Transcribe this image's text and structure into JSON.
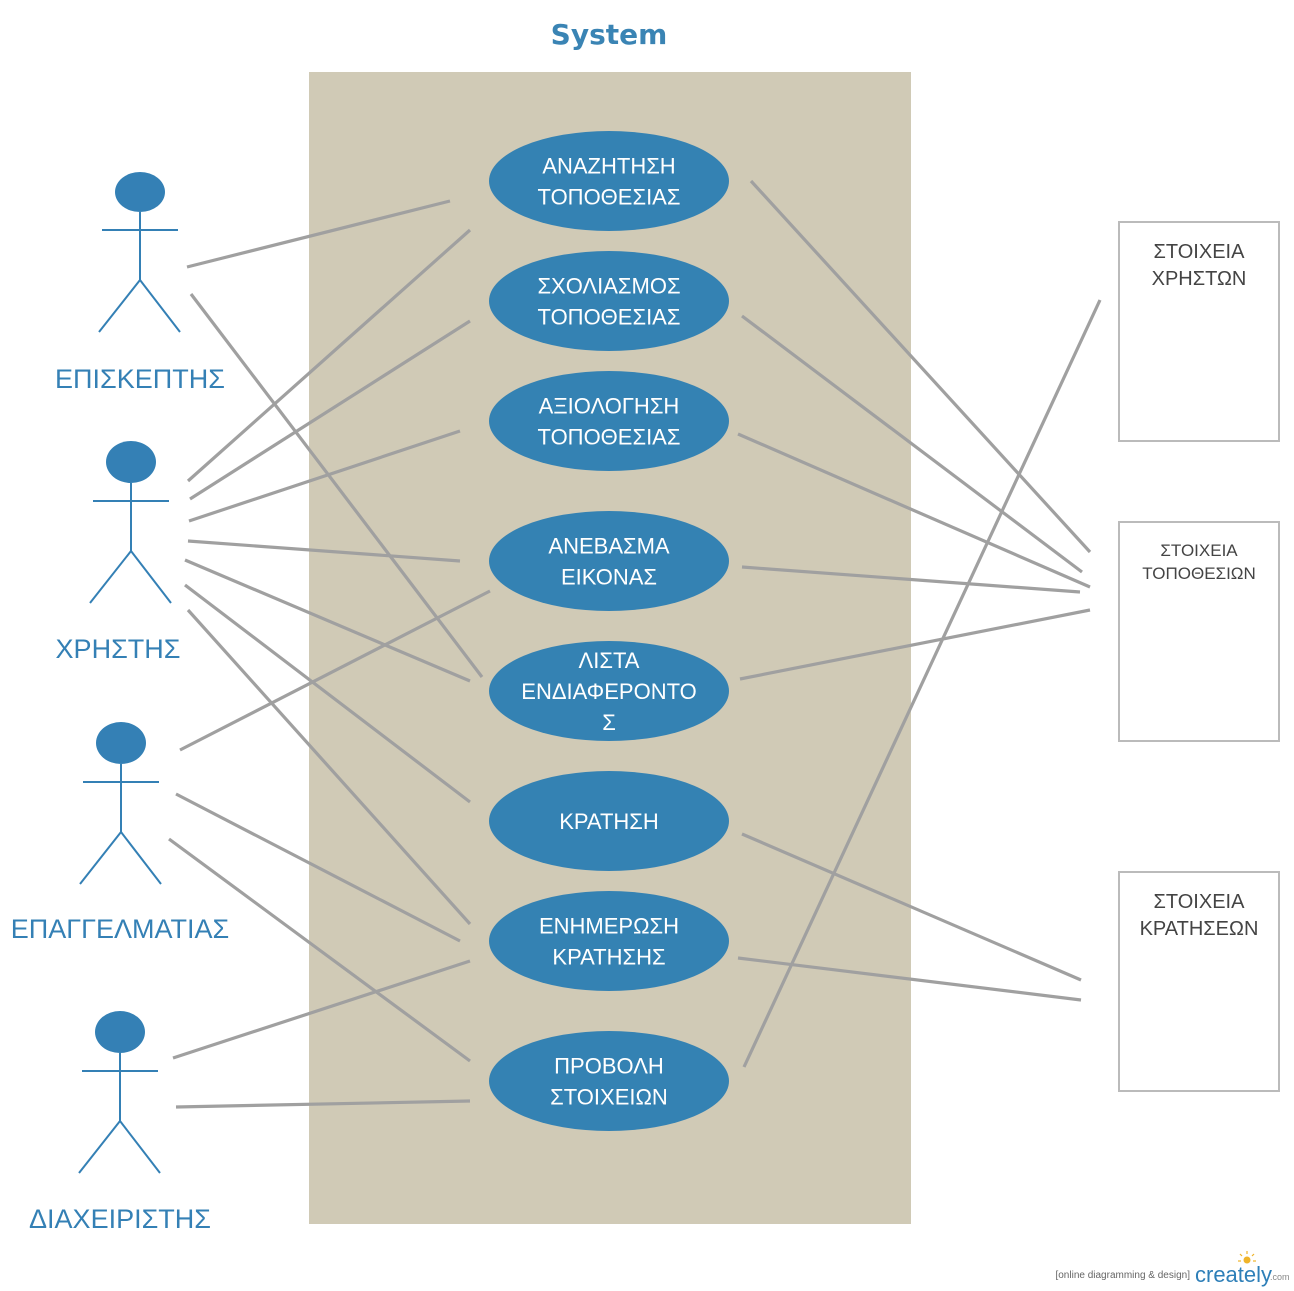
{
  "system": {
    "title": "System"
  },
  "colors": {
    "system_box": "#d0cab6",
    "use_case_fill": "#3482b3",
    "actor": "#3480b5",
    "line": "#a0a0a0",
    "store_border": "#bbbbbb",
    "title": "#3a84b4"
  },
  "actors": [
    {
      "id": "visitor",
      "label": "ΕΠΙΣΚΕΠΤΗΣ"
    },
    {
      "id": "user",
      "label": "ΧΡΗΣΤΗΣ"
    },
    {
      "id": "professional",
      "label": "ΕΠΑΓΓΕΛΜΑΤΙΑΣ"
    },
    {
      "id": "admin",
      "label": "ΔΙΑΧΕΙΡΙΣΤΗΣ"
    }
  ],
  "use_cases": [
    {
      "id": "search",
      "lines": [
        "ΑΝΑΖΗΤΗΣΗ",
        "ΤΟΠΟΘΕΣΙΑΣ"
      ]
    },
    {
      "id": "comment",
      "lines": [
        "ΣΧΟΛΙΑΣΜΟΣ",
        "ΤΟΠΟΘΕΣΙΑΣ"
      ]
    },
    {
      "id": "rate",
      "lines": [
        "ΑΞΙΟΛΟΓΗΣΗ",
        "ΤΟΠΟΘΕΣΙΑΣ"
      ]
    },
    {
      "id": "upload",
      "lines": [
        "ΑΝΕΒΑΣΜΑ",
        "ΕΙΚΟΝΑΣ"
      ]
    },
    {
      "id": "wishlist",
      "lines": [
        "ΛΙΣΤΑ",
        "ΕΝΔΙΑΦΕΡΟΝΤΟ",
        "Σ"
      ]
    },
    {
      "id": "booking",
      "lines": [
        "ΚΡΑΤΗΣΗ"
      ]
    },
    {
      "id": "update_booking",
      "lines": [
        "ΕΝΗΜΕΡΩΣΗ",
        "ΚΡΑΤΗΣΗΣ"
      ]
    },
    {
      "id": "view_data",
      "lines": [
        "ΠΡΟΒΟΛΗ",
        "ΣΤΟΙΧΕΙΩΝ"
      ]
    }
  ],
  "data_stores": [
    {
      "id": "users_data",
      "lines": [
        "ΣΤΟΙΧΕΙΑ",
        "ΧΡΗΣΤΩΝ"
      ]
    },
    {
      "id": "locations_data",
      "lines": [
        "ΣΤΟΙΧΕΙΑ",
        "ΤΟΠΟΘΕΣΙΩΝ"
      ]
    },
    {
      "id": "bookings_data",
      "lines": [
        "ΣΤΟΙΧΕΙΑ",
        "ΚΡΑΤΗΣΕΩΝ"
      ]
    }
  ],
  "associations": [
    {
      "from": "visitor",
      "to": "search"
    },
    {
      "from": "visitor",
      "to": "wishlist"
    },
    {
      "from": "user",
      "to": "search"
    },
    {
      "from": "user",
      "to": "comment"
    },
    {
      "from": "user",
      "to": "rate"
    },
    {
      "from": "user",
      "to": "upload"
    },
    {
      "from": "user",
      "to": "wishlist"
    },
    {
      "from": "user",
      "to": "booking"
    },
    {
      "from": "user",
      "to": "update_booking"
    },
    {
      "from": "professional",
      "to": "upload"
    },
    {
      "from": "professional",
      "to": "update_booking"
    },
    {
      "from": "professional",
      "to": "view_data"
    },
    {
      "from": "admin",
      "to": "update_booking"
    },
    {
      "from": "admin",
      "to": "view_data"
    },
    {
      "from": "search",
      "to": "locations_data"
    },
    {
      "from": "comment",
      "to": "locations_data"
    },
    {
      "from": "rate",
      "to": "locations_data"
    },
    {
      "from": "upload",
      "to": "locations_data"
    },
    {
      "from": "wishlist",
      "to": "locations_data"
    },
    {
      "from": "booking",
      "to": "bookings_data"
    },
    {
      "from": "update_booking",
      "to": "bookings_data"
    },
    {
      "from": "view_data",
      "to": "users_data"
    }
  ],
  "footer": {
    "tagline": "[online diagramming & design]",
    "brand": "creately",
    "suffix": ".com"
  }
}
